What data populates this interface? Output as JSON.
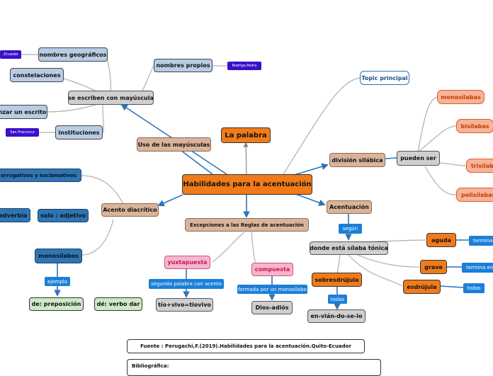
{
  "center": {
    "title": "Habilidades para la acentuación"
  },
  "main_topic": {
    "title": "La palabra"
  },
  "topic_principal": {
    "title": "Topic principal"
  },
  "mayusculas": {
    "title": "Uso de las mayúsculas",
    "sub": "se escriben con mayúscula",
    "children": {
      "geograficos": "nombres geográficos",
      "geograficos_note": ",Ecuador",
      "constelaciones": "constelaciones",
      "escrito": "nzar un escrito",
      "instituciones": "instituciones",
      "instituciones_note": "San Francisco",
      "propios": "nombres propios",
      "propios_note": "Rodrigo,Pedro"
    }
  },
  "diacritico": {
    "title": "Acento diacrítico",
    "interrogativos": "errogativos y exclamativos",
    "solo": "solo : adjetivo",
    "adverbio": "adverbio",
    "monosilabos": "monosílabos",
    "ejemplo": "ejemplo",
    "de_preposicion": "de: preposición",
    "de_verbo": "dé: verbo dar"
  },
  "excepciones": {
    "title": "Excepciones a las Reglas de acentuación",
    "yuxtapuesta": "yuxtapuesta",
    "yux_label": "segunda palabra con acento",
    "yux_example": "tío+vivo=tiovivo",
    "compuesta": "compuesta",
    "comp_label": "formada por un monosílabo",
    "comp_example": "Dios-adiós"
  },
  "division": {
    "title": "división silábica",
    "pueden_ser": "pueden ser",
    "types": [
      "monosílabas",
      "bisílabas",
      "trisílaba",
      "polisílabas"
    ]
  },
  "acentuacion": {
    "title": "Acentuación",
    "segun": "según",
    "tonica": "donde está sílaba tónica",
    "aguda": "aguda",
    "aguda_label": "termina",
    "grave": "grave",
    "grave_label": "termina en c",
    "esdrujula": "esdrújula",
    "esdrujula_label": "todas",
    "sobresdrujula": "sobresdrújula",
    "sobre_label": "todas",
    "sobre_example": "en-vián-do-se-lo"
  },
  "fuente": "Fuente : Perugachi,F.(2019).Habilidades para la acentuación.Quito-Ecuador",
  "bibliografica": "Bibliográfica:",
  "colors": {
    "line": "#b0b0b0",
    "arrow": "#2e75b6",
    "orange": "#f07b1a"
  }
}
